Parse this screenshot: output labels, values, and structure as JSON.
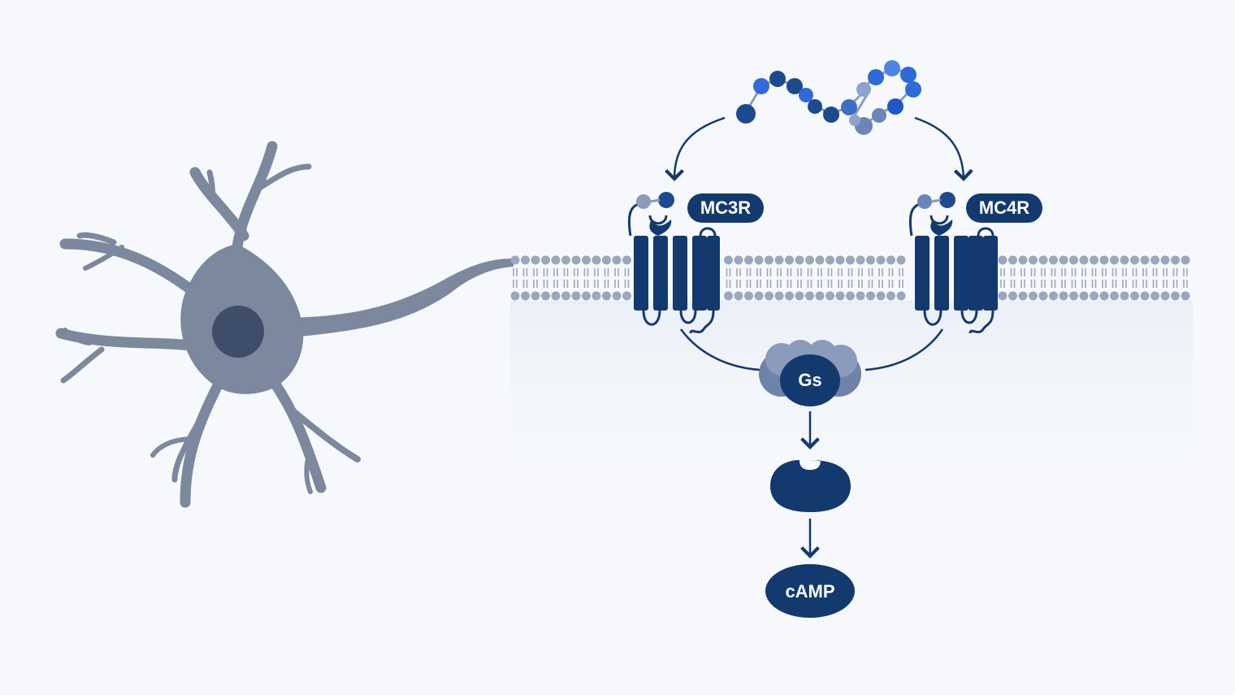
{
  "labels": {
    "receptor_left": "MC3R",
    "receptor_right": "MC4R",
    "g_protein": "Gs",
    "second_messenger": "cAMP"
  },
  "colors": {
    "background": "#f6f8fb",
    "neuron": "#7b889d",
    "nucleus": "#3e4e69",
    "navy": "#133a6e",
    "lipid": "#9aa7bc",
    "peptide_dark": "#1d4a8f",
    "peptide_bright": "#2f6ad9",
    "peptide_light": "#6a86b8"
  },
  "icons": {
    "cell": "neuron-icon",
    "ligand": "peptide-chain-icon",
    "membrane": "lipid-bilayer-icon",
    "enzyme": "adenylyl-cyclase-icon"
  }
}
